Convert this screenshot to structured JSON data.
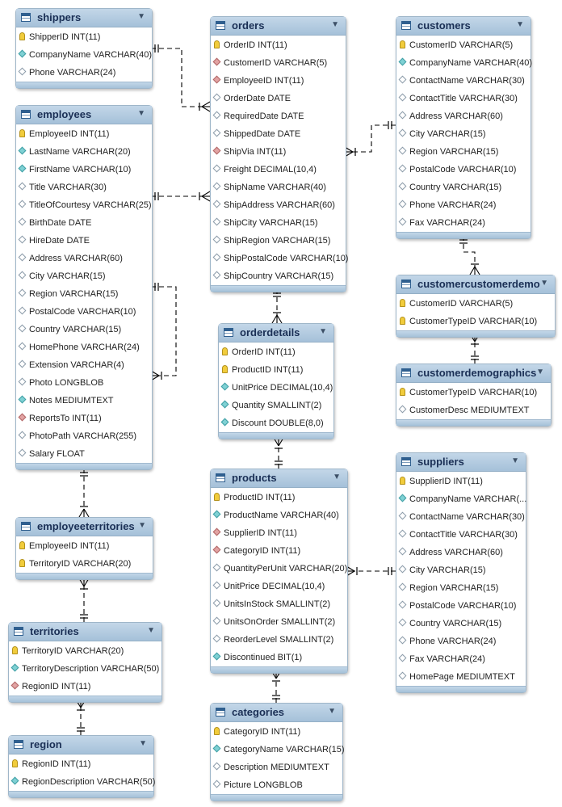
{
  "tables": [
    {
      "id": "shippers",
      "name": "shippers",
      "columns": [
        {
          "text": "ShipperID INT(11)",
          "key": "pk"
        },
        {
          "text": "CompanyName VARCHAR(40)",
          "key": "nn"
        },
        {
          "text": "Phone VARCHAR(24)",
          "key": "col"
        }
      ]
    },
    {
      "id": "orders",
      "name": "orders",
      "columns": [
        {
          "text": "OrderID INT(11)",
          "key": "pk"
        },
        {
          "text": "CustomerID VARCHAR(5)",
          "key": "fk"
        },
        {
          "text": "EmployeeID INT(11)",
          "key": "fk"
        },
        {
          "text": "OrderDate DATE",
          "key": "col"
        },
        {
          "text": "RequiredDate DATE",
          "key": "col"
        },
        {
          "text": "ShippedDate DATE",
          "key": "col"
        },
        {
          "text": "ShipVia INT(11)",
          "key": "fk"
        },
        {
          "text": "Freight DECIMAL(10,4)",
          "key": "col"
        },
        {
          "text": "ShipName VARCHAR(40)",
          "key": "col"
        },
        {
          "text": "ShipAddress VARCHAR(60)",
          "key": "col"
        },
        {
          "text": "ShipCity VARCHAR(15)",
          "key": "col"
        },
        {
          "text": "ShipRegion VARCHAR(15)",
          "key": "col"
        },
        {
          "text": "ShipPostalCode VARCHAR(10)",
          "key": "col"
        },
        {
          "text": "ShipCountry VARCHAR(15)",
          "key": "col"
        }
      ]
    },
    {
      "id": "customers",
      "name": "customers",
      "columns": [
        {
          "text": "CustomerID VARCHAR(5)",
          "key": "pk"
        },
        {
          "text": "CompanyName VARCHAR(40)",
          "key": "nn"
        },
        {
          "text": "ContactName VARCHAR(30)",
          "key": "col"
        },
        {
          "text": "ContactTitle VARCHAR(30)",
          "key": "col"
        },
        {
          "text": "Address VARCHAR(60)",
          "key": "col"
        },
        {
          "text": "City VARCHAR(15)",
          "key": "col"
        },
        {
          "text": "Region VARCHAR(15)",
          "key": "col"
        },
        {
          "text": "PostalCode VARCHAR(10)",
          "key": "col"
        },
        {
          "text": "Country VARCHAR(15)",
          "key": "col"
        },
        {
          "text": "Phone VARCHAR(24)",
          "key": "col"
        },
        {
          "text": "Fax VARCHAR(24)",
          "key": "col"
        }
      ]
    },
    {
      "id": "employees",
      "name": "employees",
      "columns": [
        {
          "text": "EmployeeID INT(11)",
          "key": "pk"
        },
        {
          "text": "LastName VARCHAR(20)",
          "key": "nn"
        },
        {
          "text": "FirstName VARCHAR(10)",
          "key": "nn"
        },
        {
          "text": "Title VARCHAR(30)",
          "key": "col"
        },
        {
          "text": "TitleOfCourtesy VARCHAR(25)",
          "key": "col"
        },
        {
          "text": "BirthDate DATE",
          "key": "col"
        },
        {
          "text": "HireDate DATE",
          "key": "col"
        },
        {
          "text": "Address VARCHAR(60)",
          "key": "col"
        },
        {
          "text": "City VARCHAR(15)",
          "key": "col"
        },
        {
          "text": "Region VARCHAR(15)",
          "key": "col"
        },
        {
          "text": "PostalCode VARCHAR(10)",
          "key": "col"
        },
        {
          "text": "Country VARCHAR(15)",
          "key": "col"
        },
        {
          "text": "HomePhone VARCHAR(24)",
          "key": "col"
        },
        {
          "text": "Extension VARCHAR(4)",
          "key": "col"
        },
        {
          "text": "Photo LONGBLOB",
          "key": "col"
        },
        {
          "text": "Notes MEDIUMTEXT",
          "key": "nn"
        },
        {
          "text": "ReportsTo INT(11)",
          "key": "fk"
        },
        {
          "text": "PhotoPath VARCHAR(255)",
          "key": "col"
        },
        {
          "text": "Salary FLOAT",
          "key": "col"
        }
      ]
    },
    {
      "id": "customercustomerdemo",
      "name": "customercustomerdemo",
      "columns": [
        {
          "text": "CustomerID VARCHAR(5)",
          "key": "pk"
        },
        {
          "text": "CustomerTypeID VARCHAR(10)",
          "key": "pk"
        }
      ]
    },
    {
      "id": "orderdetails",
      "name": "orderdetails",
      "columns": [
        {
          "text": "OrderID INT(11)",
          "key": "pk"
        },
        {
          "text": "ProductID INT(11)",
          "key": "pk"
        },
        {
          "text": "UnitPrice DECIMAL(10,4)",
          "key": "nn"
        },
        {
          "text": "Quantity SMALLINT(2)",
          "key": "nn"
        },
        {
          "text": "Discount DOUBLE(8,0)",
          "key": "nn"
        }
      ]
    },
    {
      "id": "customerdemographics",
      "name": "customerdemographics",
      "columns": [
        {
          "text": "CustomerTypeID VARCHAR(10)",
          "key": "pk"
        },
        {
          "text": "CustomerDesc MEDIUMTEXT",
          "key": "col"
        }
      ]
    },
    {
      "id": "suppliers",
      "name": "suppliers",
      "columns": [
        {
          "text": "SupplierID INT(11)",
          "key": "pk"
        },
        {
          "text": "CompanyName VARCHAR(...",
          "key": "nn"
        },
        {
          "text": "ContactName VARCHAR(30)",
          "key": "col"
        },
        {
          "text": "ContactTitle VARCHAR(30)",
          "key": "col"
        },
        {
          "text": "Address VARCHAR(60)",
          "key": "col"
        },
        {
          "text": "City VARCHAR(15)",
          "key": "col"
        },
        {
          "text": "Region VARCHAR(15)",
          "key": "col"
        },
        {
          "text": "PostalCode VARCHAR(10)",
          "key": "col"
        },
        {
          "text": "Country VARCHAR(15)",
          "key": "col"
        },
        {
          "text": "Phone VARCHAR(24)",
          "key": "col"
        },
        {
          "text": "Fax VARCHAR(24)",
          "key": "col"
        },
        {
          "text": "HomePage MEDIUMTEXT",
          "key": "col"
        }
      ]
    },
    {
      "id": "products",
      "name": "products",
      "columns": [
        {
          "text": "ProductID INT(11)",
          "key": "pk"
        },
        {
          "text": "ProductName VARCHAR(40)",
          "key": "nn"
        },
        {
          "text": "SupplierID INT(11)",
          "key": "fk"
        },
        {
          "text": "CategoryID INT(11)",
          "key": "fk"
        },
        {
          "text": "QuantityPerUnit VARCHAR(20)",
          "key": "col"
        },
        {
          "text": "UnitPrice DECIMAL(10,4)",
          "key": "col"
        },
        {
          "text": "UnitsInStock SMALLINT(2)",
          "key": "col"
        },
        {
          "text": "UnitsOnOrder SMALLINT(2)",
          "key": "col"
        },
        {
          "text": "ReorderLevel SMALLINT(2)",
          "key": "col"
        },
        {
          "text": "Discontinued BIT(1)",
          "key": "nn"
        }
      ]
    },
    {
      "id": "employeeterritories",
      "name": "employeeterritories",
      "columns": [
        {
          "text": "EmployeeID INT(11)",
          "key": "pk"
        },
        {
          "text": "TerritoryID VARCHAR(20)",
          "key": "pk"
        }
      ]
    },
    {
      "id": "territories",
      "name": "territories",
      "columns": [
        {
          "text": "TerritoryID VARCHAR(20)",
          "key": "pk"
        },
        {
          "text": "TerritoryDescription VARCHAR(50)",
          "key": "nn"
        },
        {
          "text": "RegionID INT(11)",
          "key": "fk"
        }
      ]
    },
    {
      "id": "categories",
      "name": "categories",
      "columns": [
        {
          "text": "CategoryID INT(11)",
          "key": "pk"
        },
        {
          "text": "CategoryName VARCHAR(15)",
          "key": "nn"
        },
        {
          "text": "Description MEDIUMTEXT",
          "key": "col"
        },
        {
          "text": "Picture LONGBLOB",
          "key": "col"
        }
      ]
    },
    {
      "id": "region",
      "name": "region",
      "columns": [
        {
          "text": "RegionID INT(11)",
          "key": "pk"
        },
        {
          "text": "RegionDescription VARCHAR(50)",
          "key": "nn"
        }
      ]
    }
  ],
  "relationships": [
    {
      "from": "shippers",
      "to": "orders"
    },
    {
      "from": "customers",
      "to": "orders"
    },
    {
      "from": "employees",
      "to": "orders"
    },
    {
      "from": "employees",
      "to": "employees"
    },
    {
      "from": "customers",
      "to": "customercustomerdemo"
    },
    {
      "from": "customerdemographics",
      "to": "customercustomerdemo"
    },
    {
      "from": "orders",
      "to": "orderdetails"
    },
    {
      "from": "products",
      "to": "orderdetails"
    },
    {
      "from": "employees",
      "to": "employeeterritories"
    },
    {
      "from": "territories",
      "to": "employeeterritories"
    },
    {
      "from": "suppliers",
      "to": "products"
    },
    {
      "from": "categories",
      "to": "products"
    },
    {
      "from": "region",
      "to": "territories"
    }
  ],
  "colors": {
    "header": "#a5c1d9",
    "border": "#9fb6c9",
    "link": "#000000",
    "pk": "#f1cc3c",
    "fk": "#e2a3a3",
    "nn": "#7fd1d4"
  },
  "icons": {
    "table": "table-icon",
    "collapse": "collapse-arrow-icon",
    "pk": "primary-key-icon",
    "fk": "foreign-key-icon",
    "nn": "not-null-column-icon",
    "col": "column-icon"
  }
}
